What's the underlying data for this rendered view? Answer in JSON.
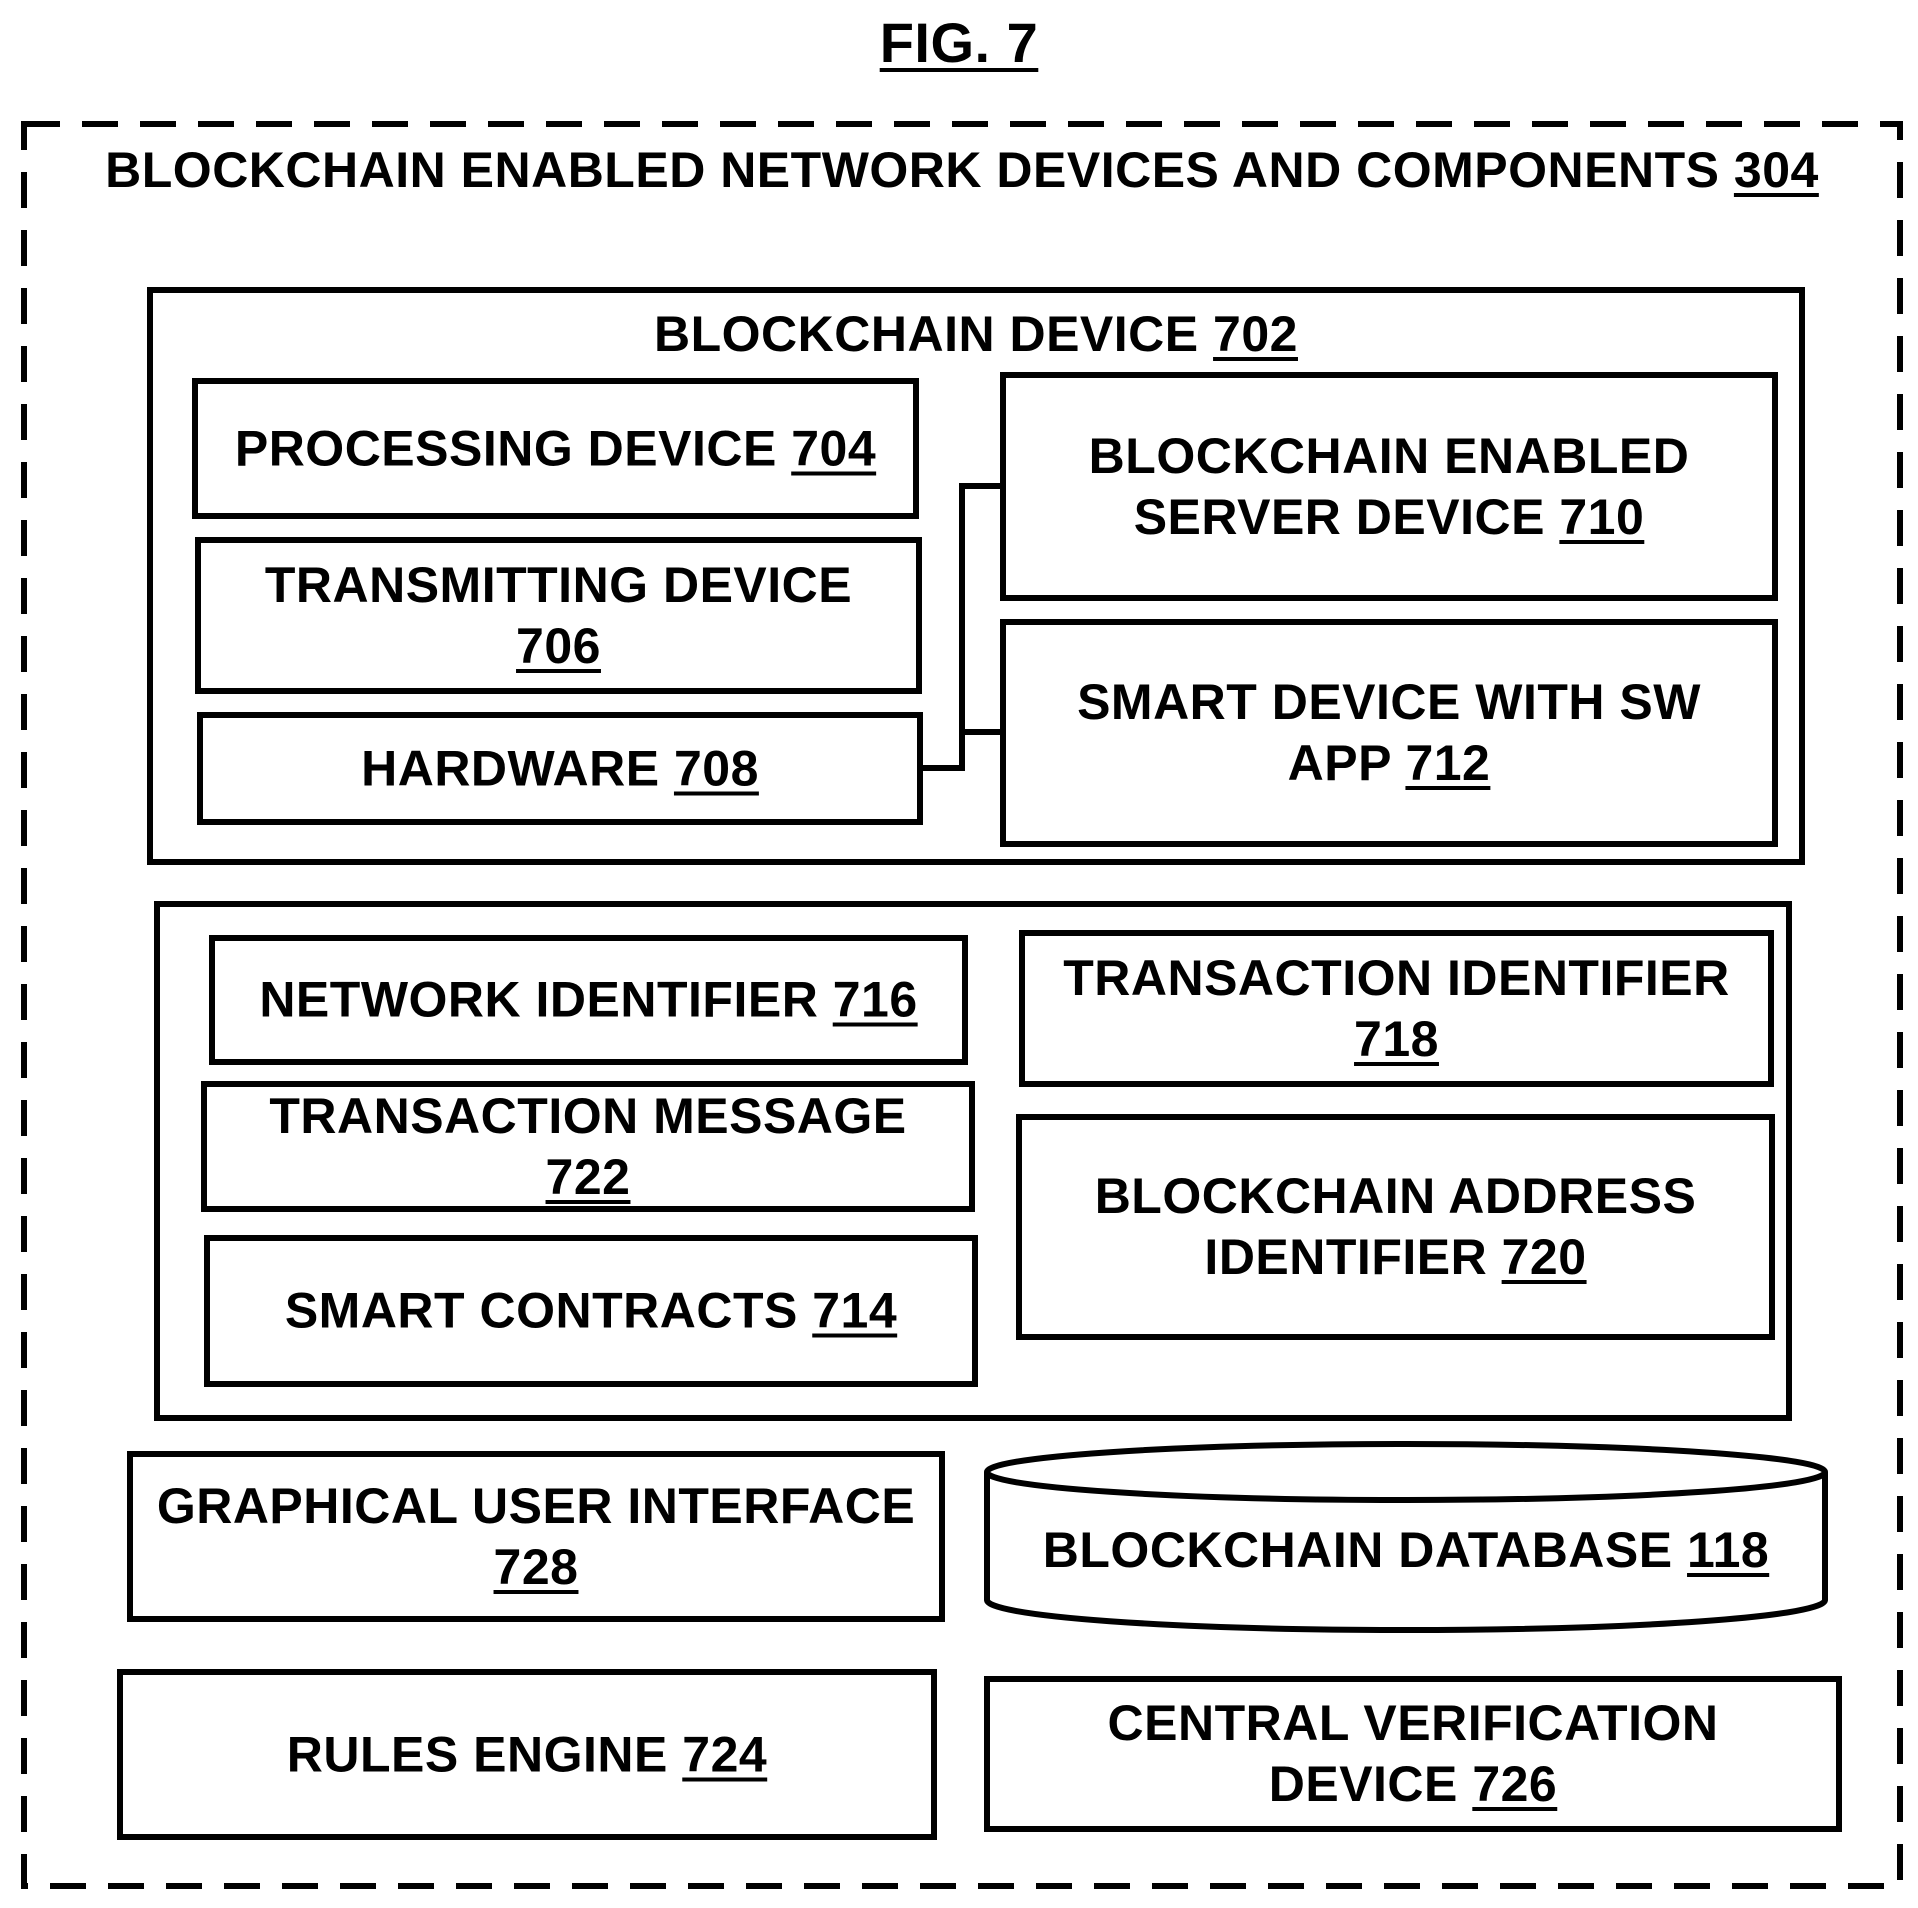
{
  "figure": {
    "label": "FIG. 7"
  },
  "outer": {
    "title": "BLOCKCHAIN ENABLED NETWORK DEVICES AND COMPONENTS",
    "ref": "304"
  },
  "blockchain_device": {
    "title": "BLOCKCHAIN DEVICE",
    "ref": "702",
    "processing": {
      "line1": "PROCESSING DEVICE",
      "ref": "704"
    },
    "transmitting": {
      "line1": "TRANSMITTING DEVICE",
      "ref": "706"
    },
    "hardware": {
      "line1": "HARDWARE",
      "ref": "708"
    },
    "server": {
      "line1": "BLOCKCHAIN ENABLED",
      "line2": "SERVER DEVICE",
      "ref": "710"
    },
    "smart_device": {
      "line1": "SMART DEVICE WITH SW",
      "line2": "APP",
      "ref": "712"
    }
  },
  "identifiers": {
    "network": {
      "line1": "NETWORK IDENTIFIER",
      "ref": "716"
    },
    "transaction_id": {
      "line1": "TRANSACTION IDENTIFIER",
      "ref": "718"
    },
    "transaction_msg": {
      "line1": "TRANSACTION MESSAGE",
      "ref": "722"
    },
    "address": {
      "line1": "BLOCKCHAIN ADDRESS",
      "line2": "IDENTIFIER",
      "ref": "720"
    },
    "smart_contracts": {
      "line1": "SMART CONTRACTS",
      "ref": "714"
    }
  },
  "gui": {
    "line1": "GRAPHICAL USER INTERFACE",
    "ref": "728"
  },
  "database": {
    "line1": "BLOCKCHAIN DATABASE",
    "ref": "118"
  },
  "rules": {
    "line1": "RULES ENGINE",
    "ref": "724"
  },
  "verification": {
    "line1": "CENTRAL VERIFICATION",
    "line2": "DEVICE",
    "ref": "726"
  }
}
